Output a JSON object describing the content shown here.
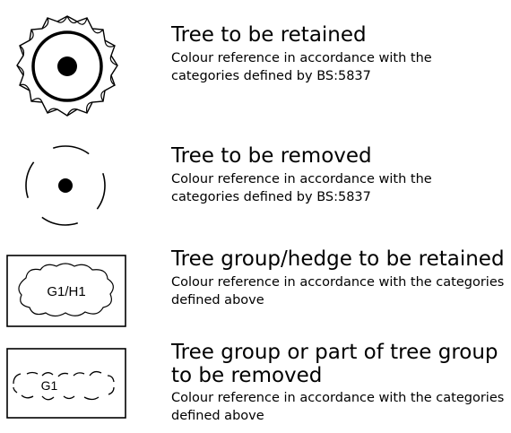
{
  "legend": {
    "items": [
      {
        "title": "Tree to be retained",
        "description": "Colour reference in accordance with the categories defined by BS:5837"
      },
      {
        "title": "Tree to be removed",
        "description": "Colour reference in accordance with the categories defined by BS:5837"
      },
      {
        "title": "Tree group/hedge to be retained",
        "description": "Colour reference in accordance with the categories defined above",
        "symbol_label": "G1/H1"
      },
      {
        "title": "Tree group or part of tree group to be removed",
        "description": "Colour reference in accordance with the categories defined above",
        "symbol_label": "G1"
      }
    ]
  }
}
